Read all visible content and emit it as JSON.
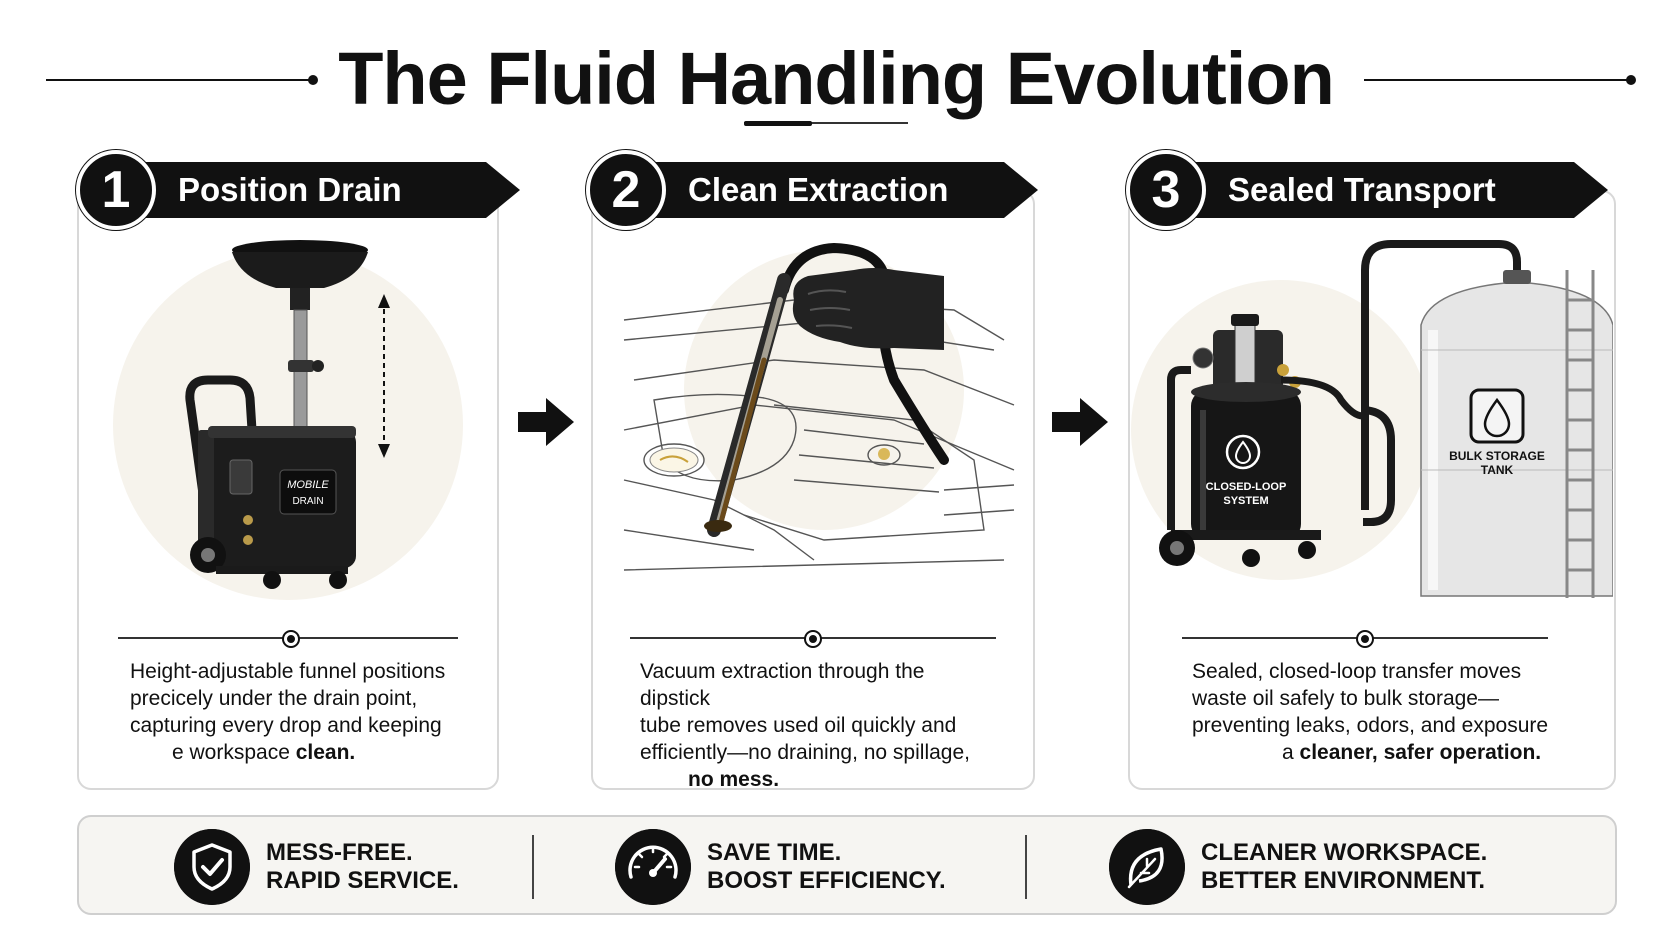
{
  "title": "The Fluid Handling Evolution",
  "steps": [
    {
      "number": "1",
      "label": "Position Drain",
      "desc": [
        "Height-adjustable funnel positions",
        "precicely under the drain point,",
        "capturing every drop and keeping",
        "e workspace "
      ],
      "desc_bold": "clean.",
      "product_label": [
        "MOBILE",
        "DRAIN"
      ]
    },
    {
      "number": "2",
      "label": "Clean Extraction",
      "desc": [
        "Vacuum extraction through the dipstick",
        "tube removes used oil quickly and",
        "efficiently—no draining, no spillage,"
      ],
      "desc_bold": "no mess."
    },
    {
      "number": "3",
      "label": "Sealed Transport",
      "desc": [
        "Sealed, closed-loop transfer moves",
        "waste oil safely to bulk storage—",
        "preventing leaks, odors, and exposure",
        "a "
      ],
      "desc_bold": "cleaner, safer operation.",
      "unit_label": [
        "CLOSED-LOOP",
        "SYSTEM"
      ],
      "tank_label": [
        "BULK STORAGE",
        "TANK"
      ]
    }
  ],
  "benefits": [
    {
      "line1": "MESS-FREE.",
      "line2": "RAPID SERVICE.",
      "icon": "shield-check-icon"
    },
    {
      "line1": "SAVE TIME.",
      "line2": "BOOST EFFICIENCY.",
      "icon": "speedometer-icon"
    },
    {
      "line1": "CLEANER WORKSPACE.",
      "line2": "BETTER ENVIRONMENT.",
      "icon": "leaf-icon"
    }
  ],
  "colors": {
    "ink": "#111111",
    "panel": "#f6f5f2",
    "oil": "#6b4a1a",
    "tank": "#e6e6e6"
  }
}
